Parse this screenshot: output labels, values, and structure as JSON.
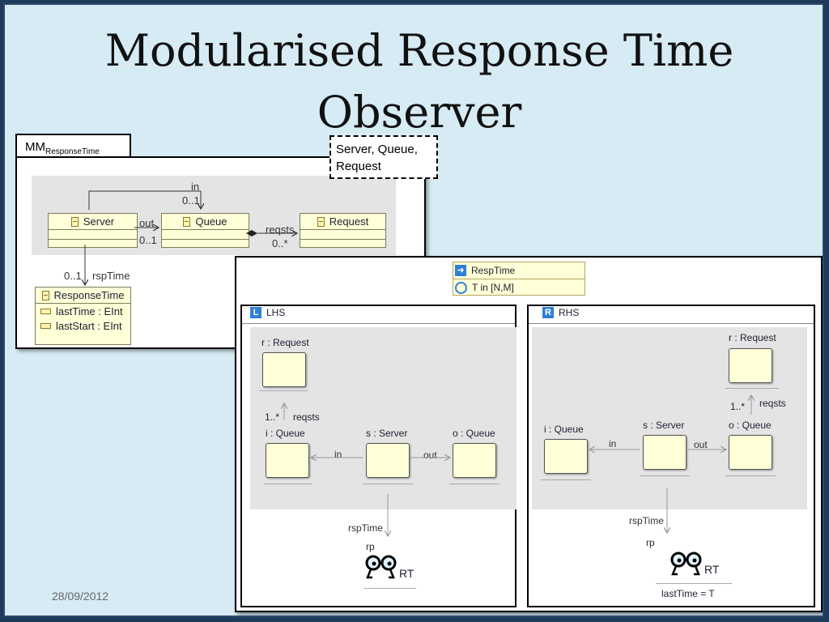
{
  "slide": {
    "title_line1": "Modularised Response Time",
    "title_line2": "Observer",
    "date": "28/09/2012"
  },
  "metamodel": {
    "tab_main": "MM",
    "tab_sub": "ResponseTime",
    "classes": {
      "server": "Server",
      "queue": "Queue",
      "request": "Request",
      "response_time": "ResponseTime"
    },
    "attributes": [
      "lastTime : EInt",
      "lastStart : EInt"
    ],
    "edges": {
      "in_name": "in",
      "in_mult": "0..1",
      "out_name": "out",
      "out_mult": "0..1",
      "reqsts_name": "reqsts",
      "reqsts_mult": "0..*",
      "rsp_mult": "0..1",
      "rsp_name": "rspTime"
    }
  },
  "note": {
    "line1": "Server, Queue,",
    "line2": "Request"
  },
  "rule": {
    "name": "RespTime",
    "time": "T in [N,M]",
    "lhs": {
      "badge": "L",
      "label": "LHS",
      "objects": {
        "request": "r : Request",
        "in_queue": "i : Queue",
        "server": "s : Server",
        "out_queue": "o : Queue"
      },
      "edges": {
        "reqsts_mult": "1..*",
        "reqsts": "reqsts",
        "in": "in",
        "out": "out",
        "rsp": "rspTime"
      },
      "observer_name": "rp",
      "observer_tag": "RT"
    },
    "rhs": {
      "badge": "R",
      "label": "RHS",
      "objects": {
        "request": "r : Request",
        "in_queue": "i : Queue",
        "server": "s : Server",
        "out_queue": "o : Queue"
      },
      "edges": {
        "reqsts_mult": "1..*",
        "reqsts": "reqsts",
        "in": "in",
        "out": "out",
        "rsp": "rspTime"
      },
      "observer_name": "rp",
      "observer_tag": "RT",
      "observer_attr": "lastTime  = T"
    }
  }
}
